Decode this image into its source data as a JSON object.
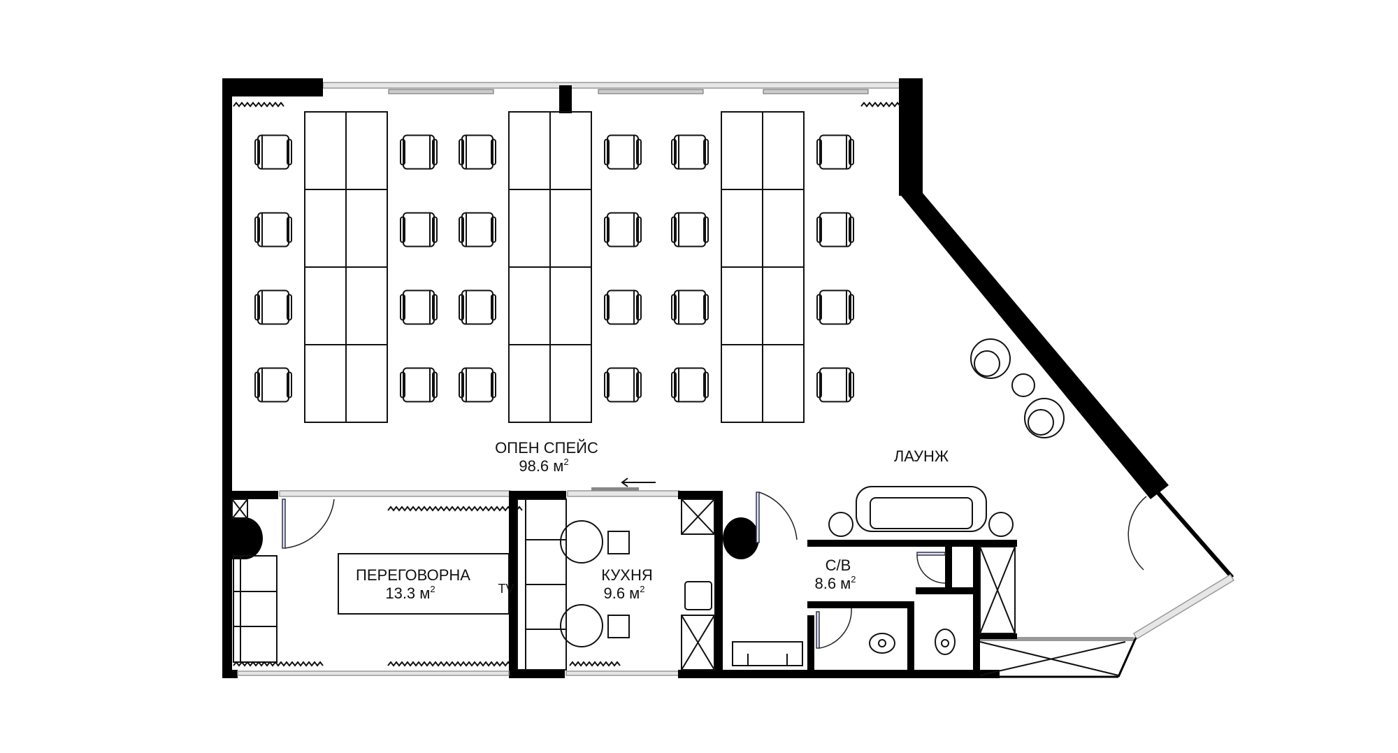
{
  "rooms": {
    "open_space": {
      "name": "ОПЕН СПЕЙС",
      "area": "98.6 м",
      "unit_power": "2"
    },
    "lounge": {
      "name": "ЛАУНЖ"
    },
    "meeting": {
      "name": "ПЕРЕГОВОРНА",
      "area": "13.3 м",
      "unit_power": "2",
      "tv_label": "TV"
    },
    "kitchen": {
      "name": "КУХНЯ",
      "area": "9.6 м",
      "unit_power": "2"
    },
    "bathroom": {
      "name": "С/В",
      "area": "8.6 м",
      "unit_power": "2"
    }
  },
  "furniture": {
    "desk_clusters": 3,
    "desk_rows": 4,
    "chairs_per_cluster": 8
  }
}
